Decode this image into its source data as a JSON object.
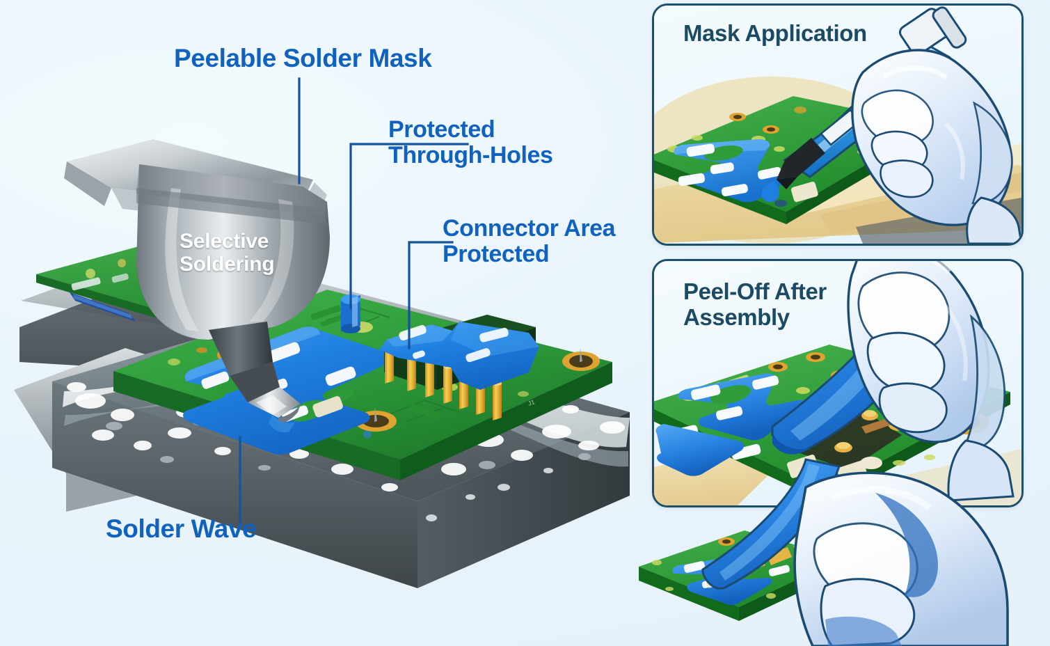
{
  "illustration": {
    "title": "Peelable Solder Mask in Selective / Wave Soldering",
    "background_color": "#e9f4fb",
    "accent_color": "#1162bf",
    "panel_border_color": "#1d4f6b",
    "panel_title_color": "#1c4a63",
    "pcb_color": "#2e9b3a",
    "mask_color": "#1f7fe0",
    "pad_gold_color": "#e8b23c",
    "solder_wave_color": "#8d9aa3"
  },
  "main_scene": {
    "callouts": [
      {
        "id": "peelable-solder-mask",
        "label": "Peelable Solder Mask",
        "color": "#1162bf"
      },
      {
        "id": "protected-through-holes",
        "label": "Protected\nThrough-Holes",
        "color": "#1162bf"
      },
      {
        "id": "connector-area-protected",
        "label": "Connector Area\nProtected",
        "color": "#1162bf"
      },
      {
        "id": "solder-wave",
        "label": "Solder Wave",
        "color": "#1162bf"
      }
    ],
    "machine_label": {
      "id": "selective-soldering",
      "label": "Selective\nSoldering",
      "color": "#ffffff"
    },
    "connector_pin_count": 7,
    "through_hole_count": 3
  },
  "panels": [
    {
      "id": "mask-application",
      "title": "Mask Application",
      "step": 1,
      "tool": "dispensing-syringe",
      "glove_color": "#dce9f8"
    },
    {
      "id": "peel-off-after-assembly",
      "title": "Peel-Off After\nAssembly",
      "step": 2,
      "tool": "gloved-hand",
      "glove_color": "#dce9f8"
    }
  ]
}
